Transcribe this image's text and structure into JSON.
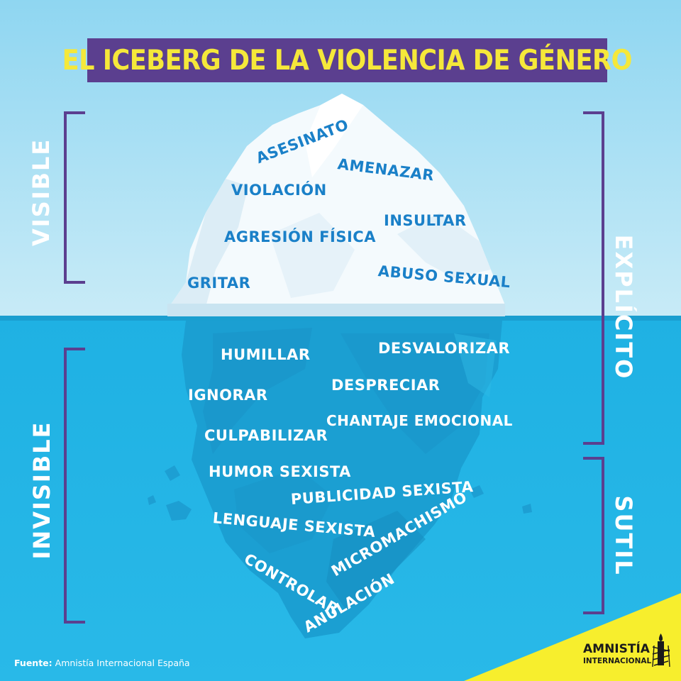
{
  "title": "EL ICEBERG DE LA VIOLENCIA DE GÉNERO",
  "side_labels": {
    "visible": "VISIBLE",
    "invisible": "INVISIBLE",
    "explicito": "EXPLÍCITO",
    "sutil": "SUTIL"
  },
  "above_water": {
    "asesinato": "ASESINATO",
    "amenazar": "AMENAZAR",
    "violacion": "VIOLACIÓN",
    "insultar": "INSULTAR",
    "agresion_fisica": "AGRESIÓN FÍSICA",
    "abuso_sexual": "ABUSO SEXUAL",
    "gritar": "GRITAR"
  },
  "below_water": {
    "humillar": "HUMILLAR",
    "desvalorizar": "DESVALORIZAR",
    "ignorar": "IGNORAR",
    "despreciar": "DESPRECIAR",
    "chantaje_emocional": "CHANTAJE EMOCIONAL",
    "culpabilizar": "CULPABILIZAR",
    "humor_sexista": "HUMOR SEXISTA",
    "publicidad_sexista": "PUBLICIDAD SEXISTA",
    "lenguaje_sexista": "LENGUAJE SEXISTA",
    "micromachismo": "MICROMACHISMO",
    "controlar": "CONTROLAR",
    "anulacion": "ANULACIÓN"
  },
  "source": {
    "label": "Fuente:",
    "text": "Amnistía Internacional España"
  },
  "logo": {
    "line1": "AMNISTÍA",
    "line2": "INTERNACIONAL",
    "icon": "candle-in-barbed-wire-icon"
  },
  "colors": {
    "sky": "#c4e8f5",
    "water": "#2ab6e4",
    "title_bg": "#5b3f8f",
    "title_text": "#f5e83a",
    "bracket": "#5b3f8f",
    "text_above": "#1a80c8",
    "text_below": "#ffffff",
    "corner": "#f7ee2d"
  }
}
